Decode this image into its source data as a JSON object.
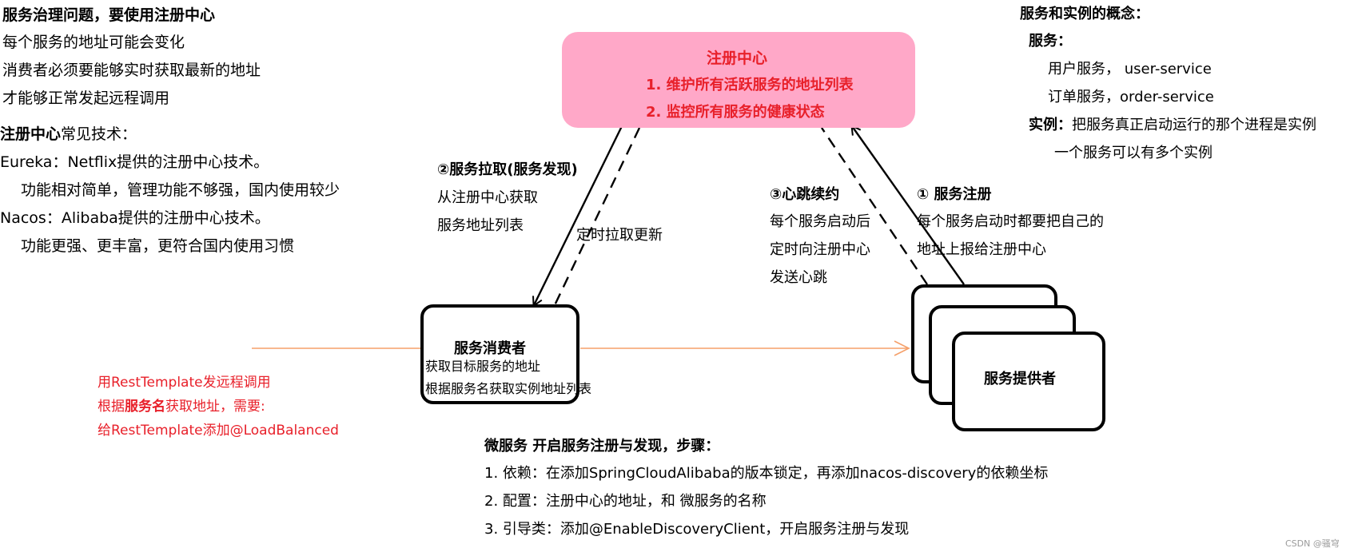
{
  "left_notes": {
    "governance_title": "服务治理问题，要使用注册中心",
    "governance_lines": [
      "每个服务的地址可能会变化",
      "消费者必须要能够实时获取最新的地址",
      "才能够正常发起远程调用"
    ],
    "tech_title_bold": "注册中心",
    "tech_title_rest": "常见技术：",
    "eureka": "Eureka：Netflix提供的注册中心技术。",
    "eureka_note": "功能相对简单，管理功能不够强，国内使用较少",
    "nacos": "Nacos：Alibaba提供的注册中心技术。",
    "nacos_note": "功能更强、更丰富，更符合国内使用习惯"
  },
  "registry": {
    "title": "注册中心",
    "line1": "1. 维护所有活跃服务的地址列表",
    "line2": "2. 监控所有服务的健康状态"
  },
  "concepts": {
    "title": "服务和实例的概念：",
    "service_label": "服务：",
    "service_ex1": "用户服务， user-service",
    "service_ex2": "订单服务，order-service",
    "instance_label": "实例：",
    "instance_desc": "把服务真正启动运行的那个进程是实例",
    "instance_note": "一个服务可以有多个实例"
  },
  "pull": {
    "title": "②服务拉取(服务发现)",
    "line1": "从注册中心获取",
    "line2": "服务地址列表",
    "timer": "定时拉取更新"
  },
  "heartbeat": {
    "title": "③心跳续约",
    "line1": "每个服务启动后",
    "line2": "定时向注册中心",
    "line3": "发送心跳"
  },
  "register": {
    "title": "① 服务注册",
    "line1": "每个服务启动时都要把自己的",
    "line2": "地址上报给注册中心"
  },
  "consumer": {
    "title": "服务消费者",
    "line1": "获取目标服务的地址",
    "line2": "根据服务名获取实例地址列表"
  },
  "provider": {
    "title": "服务提供者"
  },
  "rest_notes": {
    "line1": "用RestTemplate发远程调用",
    "line2_pre": "根据",
    "line2_bold": "服务名",
    "line2_post": "获取地址，需要:",
    "line3": "给RestTemplate添加@LoadBalanced"
  },
  "steps": {
    "title": "微服务 开启服务注册与发现，步骤：",
    "step1": "1. 依赖：在添加SpringCloudAlibaba的版本锁定，再添加nacos-discovery的依赖坐标",
    "step2": "2. 配置：注册中心的地址，和 微服务的名称",
    "step3": "3. 引导类：添加@EnableDiscoveryClient，开启服务注册与发现"
  },
  "watermark": "CSDN @骚穹",
  "colors": {
    "registry_fill": "#ffa8c8",
    "accent_red": "#e8202a",
    "arrow_orange": "#f5a06a",
    "line_black": "#000000"
  }
}
